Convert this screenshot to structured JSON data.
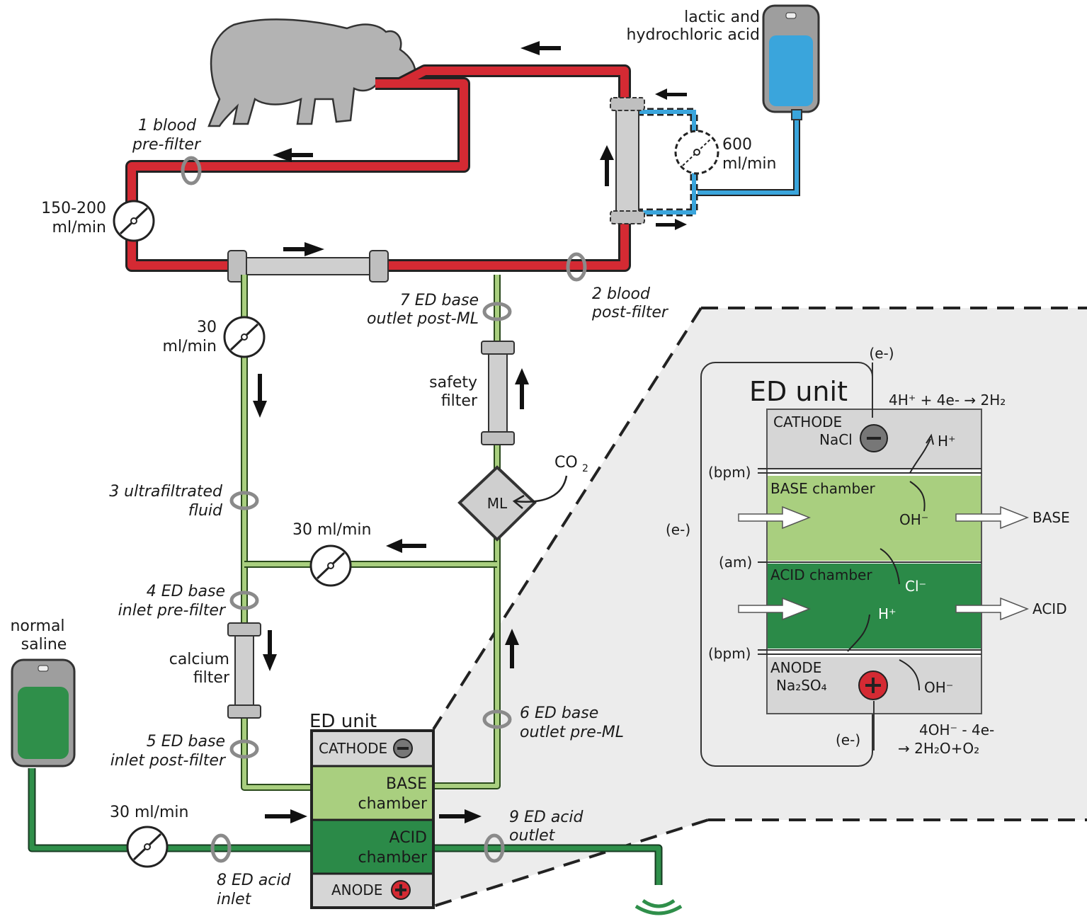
{
  "labels": {
    "blood_pre_1": "1 blood",
    "blood_pre_2": "pre-filter",
    "flow_blood_1": "150-200",
    "flow_blood_2": "ml/min",
    "acid_bag_1": "lactic and",
    "acid_bag_2": "hydrochloric acid",
    "flow_acid_1": "600",
    "flow_acid_2": "ml/min",
    "blood_post_1": "2 blood",
    "blood_post_2": "post-filter",
    "flow_uf_1": "30",
    "flow_uf_2": "ml/min",
    "ed7_1": "7 ED base",
    "ed7_2": "outlet post-ML",
    "safety_1": "safety",
    "safety_2": "filter",
    "co2": "CO",
    "co2_sub": "2",
    "ml": "ML",
    "uf3_1": "3 ultrafiltrated",
    "uf3_2": "fluid",
    "flow_recirc": "30 ml/min",
    "ed4_1": "4 ED base",
    "ed4_2": "inlet pre-filter",
    "calcium_1": "calcium",
    "calcium_2": "filter",
    "saline_1": "normal",
    "saline_2": "saline",
    "ed5_1": "5 ED base",
    "ed5_2": "inlet post-filter",
    "ed6_1": "6 ED base",
    "ed6_2": "outlet pre-ML",
    "flow_saline": "30 ml/min",
    "ed8_1": "8 ED acid",
    "ed8_2": "inlet",
    "ed9_1": "9 ED acid",
    "ed9_2": "outlet"
  },
  "small_unit": {
    "title": "ED unit",
    "cathode": "CATHODE",
    "base_1": "BASE",
    "base_2": "chamber",
    "acid_1": "ACID",
    "acid_2": "chamber",
    "anode": "ANODE"
  },
  "detail": {
    "title": "ED unit",
    "e_top": "(e-)",
    "reaction_top": "4H⁺ + 4e- → 2H₂",
    "cathode": "CATHODE",
    "nacl": "NaCl",
    "h_plus_top": "H⁺",
    "bpm_top": "(bpm)",
    "base_chamber": "BASE chamber",
    "oh_minus": "OH⁻",
    "base_out": "BASE",
    "e_left": "(e-)",
    "am": "(am)",
    "acid_chamber": "ACID chamber",
    "cl_minus": "Cl⁻",
    "h_plus_acid": "H⁺",
    "acid_out": "ACID",
    "bpm_bottom": "(bpm)",
    "anode": "ANODE",
    "na2so4": "Na₂SO₄",
    "oh_anode": "OH⁻",
    "e_bottom": "(e-)",
    "reaction_bottom_1": "4OH⁻ - 4e-",
    "reaction_bottom_2": "→ 2H₂O+O₂"
  },
  "colors": {
    "blood": "#d42a33",
    "acid_line": "#3aa5dc",
    "uf_line": "#a9cf7f",
    "saline_line": "#2f8f4a",
    "base_chamber": "#a9cf7f",
    "acid_chamber": "#2b8a48",
    "cathode_anode": "#d6d6d6",
    "inset_bg": "#ececec"
  }
}
